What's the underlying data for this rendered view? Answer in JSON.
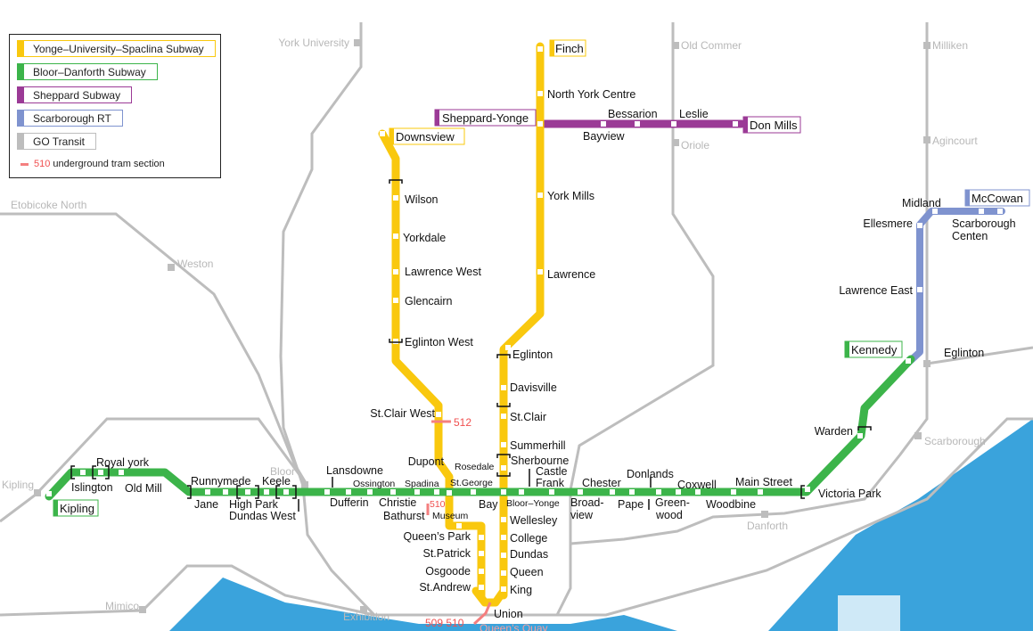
{
  "legend": {
    "items": [
      {
        "label": "Yonge–University–Spaclina Subway",
        "color": "#f9c80e"
      },
      {
        "label": "Bloor–Danforth Subway",
        "color": "#3cb44a"
      },
      {
        "label": "Sheppard Subway",
        "color": "#9b3a96"
      },
      {
        "label": "Scarborough RT",
        "color": "#7f93cf"
      },
      {
        "label": "GO Transit",
        "color": "#bdbdbd"
      }
    ],
    "tram_number": "510",
    "tram_text": "underground tram section"
  },
  "colors": {
    "yonge": "#f9c80e",
    "bloor": "#3cb44a",
    "sheppard": "#9b3a96",
    "srt": "#7f93cf",
    "go": "#bdbdbd",
    "water": "#3aa3dc",
    "tram": "#f47f7f"
  },
  "terminals": {
    "finch": "Finch",
    "downsview": "Downsview",
    "sheppard_yonge": "Sheppard-Yonge",
    "don_mills": "Don Mills",
    "mccowan": "McCowan",
    "kennedy": "Kennedy",
    "kipling": "Kipling"
  },
  "stations": {
    "north_york_centre": "North York Centre",
    "york_mills": "York Mills",
    "lawrence": "Lawrence",
    "eglinton": "Eglinton",
    "davisville": "Davisville",
    "st_clair": "St.Clair",
    "summerhill": "Summerhill",
    "rosedale": "Rosedale",
    "bloor_yonge": "Bloor–Yonge",
    "wellesley": "Wellesley",
    "college": "College",
    "dundas": "Dundas",
    "queen": "Queen",
    "king": "King",
    "union": "Union",
    "st_andrew": "St.Andrew",
    "osgoode": "Osgoode",
    "st_patrick": "St.Patrick",
    "queens_park": "Queen’s Park",
    "museum": "Museum",
    "st_george": "St.George",
    "spadina": "Spadina",
    "dupont": "Dupont",
    "st_clair_west": "St.Clair West",
    "eglinton_west": "Eglinton West",
    "glencairn": "Glencairn",
    "lawrence_west": "Lawrence West",
    "yorkdale": "Yorkdale",
    "wilson": "Wilson",
    "bessarion": "Bessarion",
    "leslie": "Leslie",
    "bayview": "Bayview",
    "royal_york": "Royal york",
    "islington": "Islington",
    "old_mill": "Old Mill",
    "runnymede": "Runnymede",
    "jane": "Jane",
    "high_park": "High Park",
    "keele": "Keele",
    "dundas_west": "Dundas West",
    "lansdowne": "Lansdowne",
    "dufferin": "Dufferin",
    "ossington": "Ossington",
    "christie": "Christie",
    "bathurst": "Bathurst",
    "bay": "Bay",
    "sherbourne": "Sherbourne",
    "castle_frank_1": "Castle",
    "castle_frank_2": "Frank",
    "broadview_1": "Broad-",
    "broadview_2": "view",
    "chester": "Chester",
    "pape": "Pape",
    "donlands": "Donlands",
    "greenwood_1": "Green-",
    "greenwood_2": "wood",
    "coxwell": "Coxwell",
    "woodbine": "Woodbine",
    "main_street": "Main Street",
    "victoria_park": "Victoria Park",
    "warden": "Warden",
    "lawrence_east": "Lawrence East",
    "ellesmere": "Ellesmere",
    "midland": "Midland",
    "scarborough_centre_1": "Scarborough",
    "scarborough_centre_2": "Centen",
    "eglinton_srt": "Eglinton"
  },
  "go_stations": {
    "york_university": "York University",
    "old_commer": "Old Commer",
    "milliken": "Milliken",
    "oriole": "Oriole",
    "agincourt": "Agincourt",
    "etobicoke_north": "Etobicoke North",
    "weston": "Weston",
    "bloor": "Bloor",
    "kipling_go": "Kipling",
    "mimico": "Mimico",
    "exhibition": "Exhibition",
    "danforth": "Danforth",
    "scarborough": "Scarborough"
  },
  "tram": {
    "label_512": "512",
    "label_510": "510",
    "label_509_510": "509 510",
    "queens_quay": "Queen’s Quay"
  }
}
